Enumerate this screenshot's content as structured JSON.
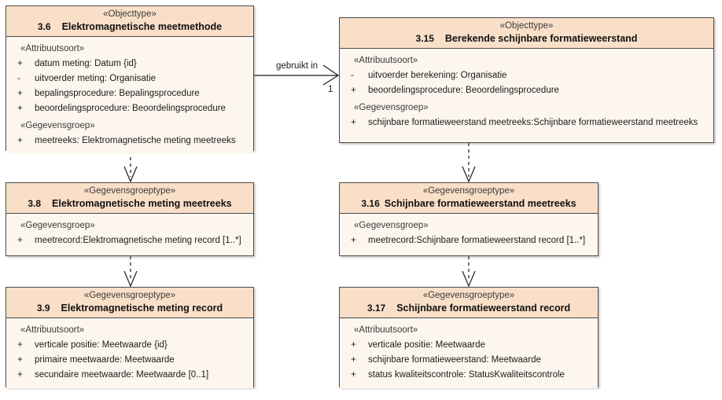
{
  "diagram": {
    "type": "uml-class-diagram",
    "language": "nl",
    "colors": {
      "header_fill": "#fadfc8",
      "body_fill": "#fdf6ee",
      "border": "#4a4a4a",
      "text": "#1b1b1b"
    }
  },
  "classes": [
    {
      "id": "emm",
      "number": "3.6",
      "stereotype": "«Objecttype»",
      "name": "Elektromagnetische meetmethode",
      "compartments": [
        {
          "stereotype": "«Attribuutsoort»",
          "features": [
            {
              "visibility": "+",
              "text": "datum meting: Datum {id}"
            },
            {
              "visibility": "-",
              "text": "uitvoerder meting: Organisatie"
            },
            {
              "visibility": "+",
              "text": "bepalingsprocedure: Bepalingsprocedure"
            },
            {
              "visibility": "+",
              "text": "beoordelingsprocedure: Beoordelingsprocedure"
            }
          ]
        },
        {
          "stereotype": "«Gegevensgroep»",
          "features": [
            {
              "visibility": "+",
              "text": "meetreeks: Elektromagnetische meting meetreeks"
            }
          ]
        }
      ]
    },
    {
      "id": "bsf",
      "number": "3.15",
      "stereotype": "«Objecttype»",
      "name": "Berekende schijnbare formatieweerstand",
      "compartments": [
        {
          "stereotype": "«Attribuutsoort»",
          "features": [
            {
              "visibility": "-",
              "text": "uitvoerder berekening: Organisatie"
            },
            {
              "visibility": "+",
              "text": "beoordelingsprocedure: Beoordelingsprocedure"
            }
          ]
        },
        {
          "stereotype": "«Gegevensgroep»",
          "features": [
            {
              "visibility": "+",
              "text": "schijnbare formatieweerstand meetreeks:Schijnbare formatieweerstand meetreeks"
            }
          ]
        }
      ]
    },
    {
      "id": "emmm",
      "number": "3.8",
      "stereotype": "«Gegevensgroeptype»",
      "name": "Elektromagnetische meting meetreeks",
      "compartments": [
        {
          "stereotype": "«Gegevensgroep»",
          "features": [
            {
              "visibility": "+",
              "text": "meetrecord:Elektromagnetische meting record [1..*]"
            }
          ]
        }
      ]
    },
    {
      "id": "sfm",
      "number": "3.16",
      "stereotype": "«Gegevensgroeptype»",
      "name": "Schijnbare formatieweerstand meetreeks",
      "compartments": [
        {
          "stereotype": "«Gegevensgroep»",
          "features": [
            {
              "visibility": "+",
              "text": "meetrecord:Schijnbare formatieweerstand record [1..*]"
            }
          ]
        }
      ]
    },
    {
      "id": "emr",
      "number": "3.9",
      "stereotype": "«Gegevensgroeptype»",
      "name": "Elektromagnetische meting record",
      "compartments": [
        {
          "stereotype": "«Attribuutsoort»",
          "features": [
            {
              "visibility": "+",
              "text": "verticale positie: Meetwaarde {id}"
            },
            {
              "visibility": "+",
              "text": "primaire meetwaarde: Meetwaarde"
            },
            {
              "visibility": "+",
              "text": "secundaire meetwaarde: Meetwaarde [0..1]"
            }
          ]
        }
      ]
    },
    {
      "id": "sfr",
      "number": "3.17",
      "stereotype": "«Gegevensgroeptype»",
      "name": "Schijnbare formatieweerstand record",
      "compartments": [
        {
          "stereotype": "«Attribuutsoort»",
          "features": [
            {
              "visibility": "+",
              "text": "verticale positie: Meetwaarde"
            },
            {
              "visibility": "+",
              "text": "schijnbare formatieweerstand: Meetwaarde"
            },
            {
              "visibility": "+",
              "text": "status kwaliteitscontrole: StatusKwaliteitscontrole"
            }
          ]
        }
      ]
    }
  ],
  "relations": [
    {
      "id": "rel-gebruikt-in",
      "kind": "association",
      "from": "emm",
      "to": "bsf",
      "label": "gebruikt in",
      "target_multiplicity": "1"
    },
    {
      "id": "rel-emm-emmm",
      "kind": "dependency",
      "from": "emm",
      "to": "emmm",
      "label": "",
      "target_multiplicity": ""
    },
    {
      "id": "rel-emmm-emr",
      "kind": "dependency",
      "from": "emmm",
      "to": "emr",
      "label": "",
      "target_multiplicity": ""
    },
    {
      "id": "rel-bsf-sfm",
      "kind": "dependency",
      "from": "bsf",
      "to": "sfm",
      "label": "",
      "target_multiplicity": ""
    },
    {
      "id": "rel-sfm-sfr",
      "kind": "dependency",
      "from": "sfm",
      "to": "sfr",
      "label": "",
      "target_multiplicity": ""
    }
  ]
}
